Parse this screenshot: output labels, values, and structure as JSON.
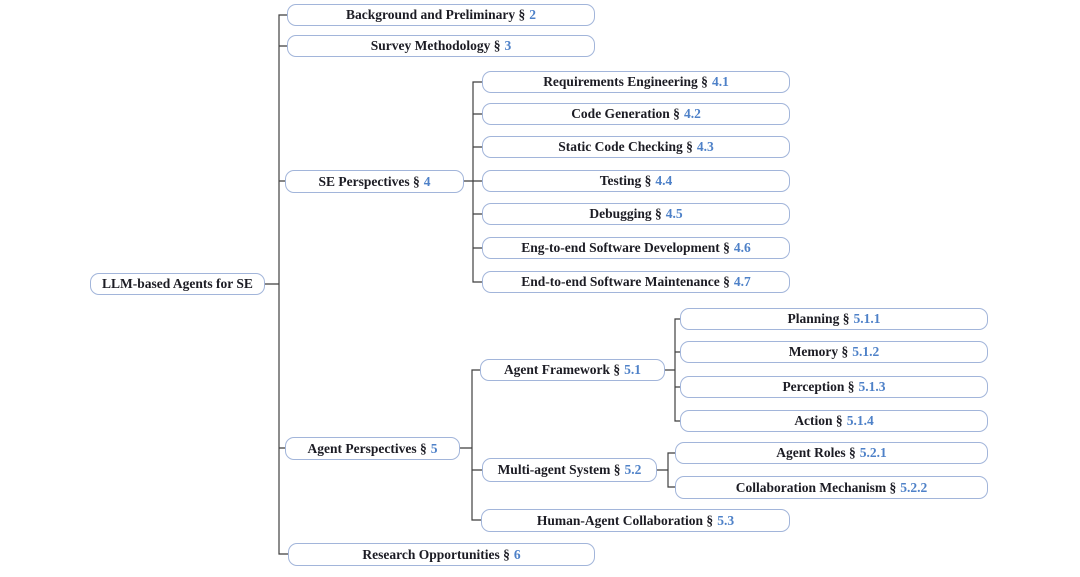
{
  "figure": {
    "title": "LLM-based Agents for SE taxonomy",
    "root": {
      "label": "LLM-based Agents for SE"
    },
    "sections": [
      {
        "label": "Background and Preliminary §",
        "num": "2"
      },
      {
        "label": "Survey Methodology §",
        "num": "3"
      },
      {
        "label": "SE Perspectives §",
        "num": "4",
        "children": [
          {
            "label": "Requirements Engineering §",
            "num": "4.1"
          },
          {
            "label": "Code Generation §",
            "num": "4.2"
          },
          {
            "label": "Static Code Checking §",
            "num": "4.3"
          },
          {
            "label": "Testing §",
            "num": "4.4"
          },
          {
            "label": "Debugging §",
            "num": "4.5"
          },
          {
            "label": "Eng-to-end Software Development §",
            "num": "4.6"
          },
          {
            "label": "End-to-end Software Maintenance §",
            "num": "4.7"
          }
        ]
      },
      {
        "label": "Agent Perspectives §",
        "num": "5",
        "children": [
          {
            "label": "Agent Framework §",
            "num": "5.1",
            "children": [
              {
                "label": "Planning §",
                "num": "5.1.1"
              },
              {
                "label": "Memory §",
                "num": "5.1.2"
              },
              {
                "label": "Perception §",
                "num": "5.1.3"
              },
              {
                "label": "Action §",
                "num": "5.1.4"
              }
            ]
          },
          {
            "label": "Multi-agent System §",
            "num": "5.2",
            "children": [
              {
                "label": "Agent Roles §",
                "num": "5.2.1"
              },
              {
                "label": "Collaboration Mechanism §",
                "num": "5.2.2"
              }
            ]
          },
          {
            "label": "Human-Agent Collaboration §",
            "num": "5.3"
          }
        ]
      },
      {
        "label": "Research Opportunities §",
        "num": "6"
      }
    ]
  },
  "colors": {
    "border": "#a2b5da",
    "text": "#1c1c24",
    "number": "#4e81c8",
    "line": "#3f3f3f",
    "background": "#ffffff"
  }
}
